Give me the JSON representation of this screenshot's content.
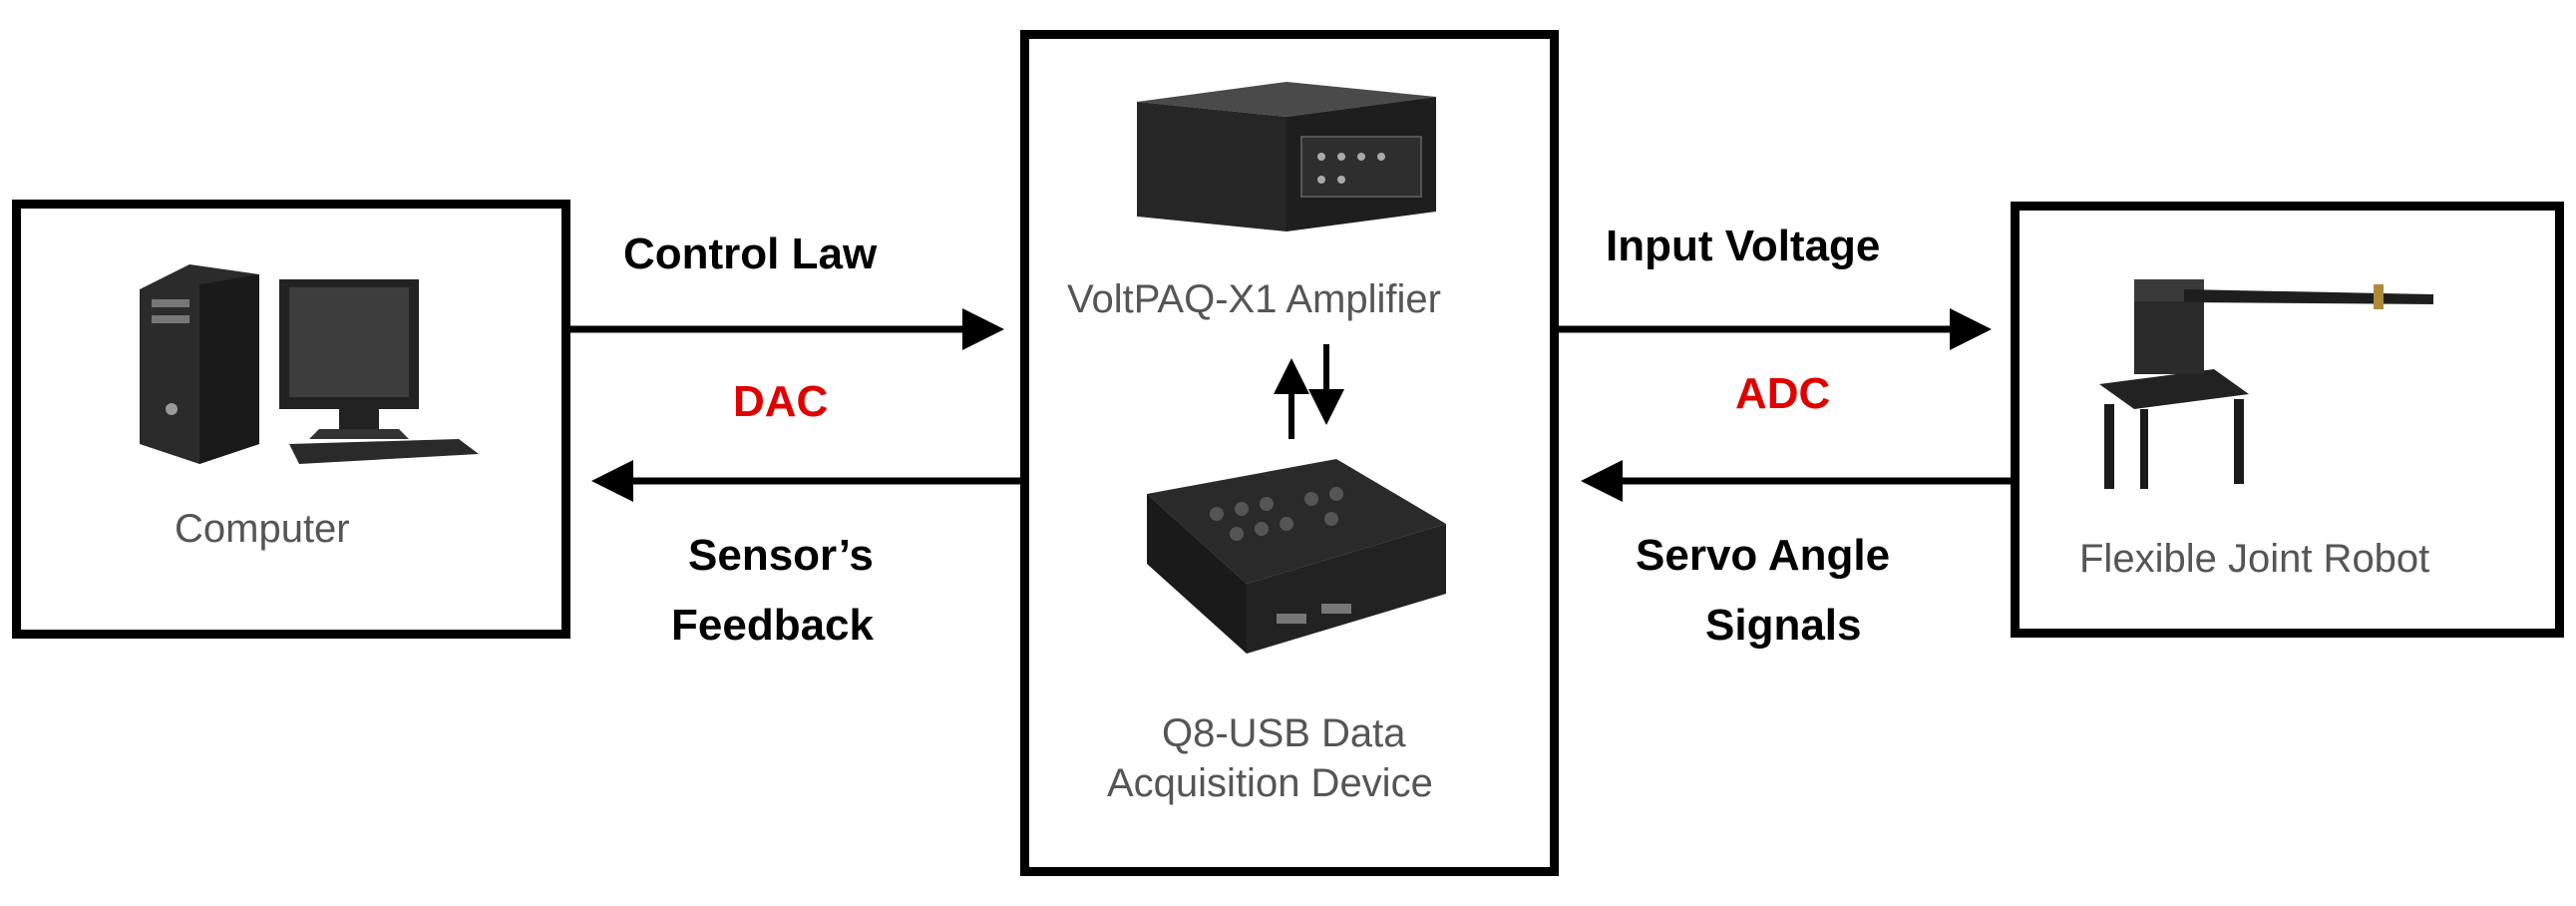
{
  "computer": {
    "label": "Computer"
  },
  "amplifier": {
    "label": "VoltPAQ-X1 Amplifier"
  },
  "daq": {
    "label_line1": "Q8-USB Data",
    "label_line2": "Acquisition Device"
  },
  "robot": {
    "label": "Flexible Joint Robot"
  },
  "left_links": {
    "forward_label": "Control Law",
    "forward_conv": "DAC",
    "back_label_line1": "Sensor’s",
    "back_label_line2": "Feedback"
  },
  "right_links": {
    "forward_label": "Input Voltage",
    "forward_conv": "ADC",
    "back_label_line1": "Servo Angle",
    "back_label_line2": "Signals"
  },
  "colors": {
    "converter_text": "#e00000",
    "lines": "#000000"
  }
}
